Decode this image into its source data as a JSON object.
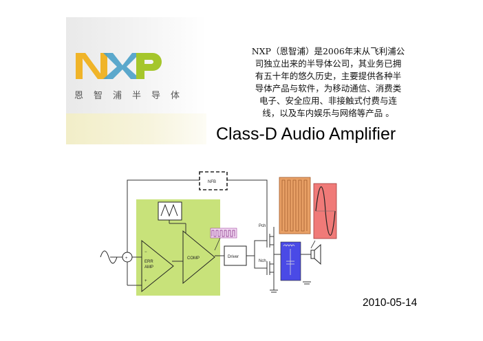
{
  "logo": {
    "brand": "NXP",
    "chinese_name": "恩智浦半导体",
    "colors": {
      "n": "#f0b429",
      "x": "#4aa0c8",
      "p": "#a5c62b"
    }
  },
  "description": "NXP（恩智浦）是2006年末从飞利浦公\n司独立出来的半导体公司，其业务已拥\n有五十年的悠久历史，主要提供各种半\n导体产品与软件，为移动通信、消费类\n电子、安全应用、非接触式付费与连\n线，以及车内娱乐与网络等产品 。",
  "title": "Class-D Audio Amplifier",
  "date": "2010-05-14",
  "diagram": {
    "nfb_label": "NFB",
    "comp_label": "COMP",
    "err_amp_label_1": "ERR",
    "err_amp_label_2": "AMP",
    "driver_label": "Driver",
    "pch_label": "Pch",
    "nch_label": "Nch",
    "plus_sign": "+",
    "minus_sign": "−",
    "colors": {
      "green": "#c8e27a",
      "orange": "#e8a066",
      "red": "#f07a78",
      "blue": "#4a4ae6"
    }
  }
}
